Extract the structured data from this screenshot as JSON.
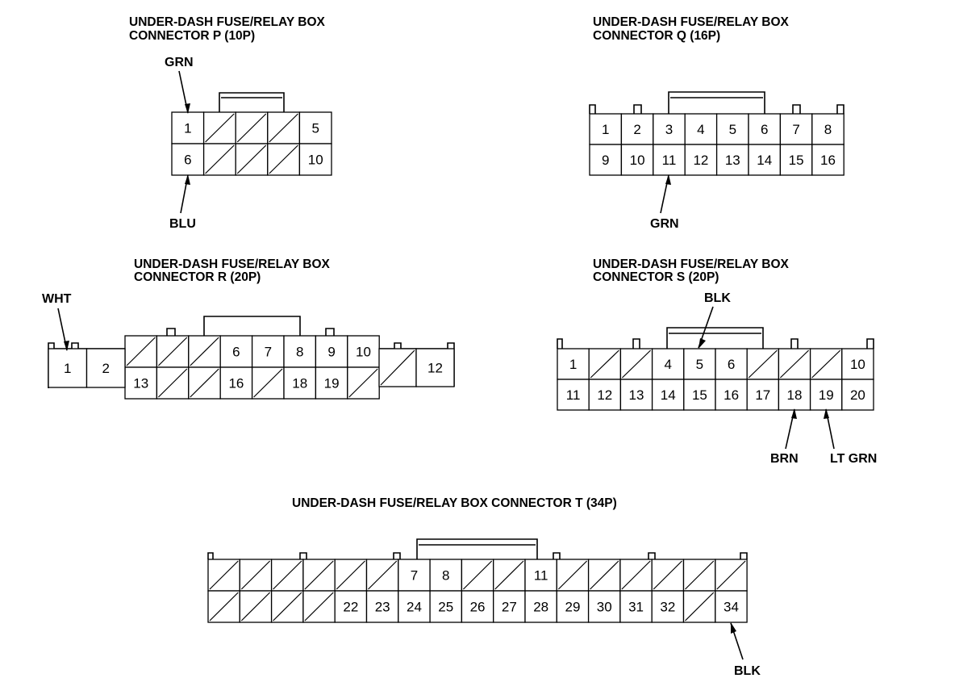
{
  "connectors": {
    "p": {
      "title_line1": "UNDER-DASH FUSE/RELAY BOX",
      "title_line2": "CONNECTOR P (10P)",
      "rows": [
        [
          "1",
          "",
          "",
          "",
          "5"
        ],
        [
          "6",
          "",
          "",
          "",
          "10"
        ]
      ],
      "wires": [
        {
          "label": "GRN",
          "pin": "1"
        },
        {
          "label": "BLU",
          "pin": "6"
        }
      ]
    },
    "q": {
      "title_line1": "UNDER-DASH FUSE/RELAY BOX",
      "title_line2": "CONNECTOR Q (16P)",
      "rows": [
        [
          "1",
          "2",
          "3",
          "4",
          "5",
          "6",
          "7",
          "8"
        ],
        [
          "9",
          "10",
          "11",
          "12",
          "13",
          "14",
          "15",
          "16"
        ]
      ],
      "wires": [
        {
          "label": "GRN",
          "pin": "11"
        }
      ]
    },
    "r": {
      "title_line1": "UNDER-DASH FUSE/RELAY BOX",
      "title_line2": "CONNECTOR R (20P)",
      "left_pins": [
        "1",
        "2"
      ],
      "rows": [
        [
          "",
          "",
          "",
          "6",
          "7",
          "8",
          "9",
          "10"
        ],
        [
          "13",
          "",
          "",
          "16",
          "",
          "18",
          "19",
          ""
        ]
      ],
      "right_pins": [
        "",
        "12"
      ],
      "wires": [
        {
          "label": "WHT",
          "pin": "1"
        }
      ]
    },
    "s": {
      "title_line1": "UNDER-DASH FUSE/RELAY BOX",
      "title_line2": "CONNECTOR S (20P)",
      "rows": [
        [
          "1",
          "",
          "",
          "4",
          "5",
          "6",
          "",
          "",
          "",
          "10"
        ],
        [
          "11",
          "12",
          "13",
          "14",
          "15",
          "16",
          "17",
          "18",
          "19",
          "20"
        ]
      ],
      "wires": [
        {
          "label": "BLK",
          "pin": "5"
        },
        {
          "label": "BRN",
          "pin": "18"
        },
        {
          "label": "LT GRN",
          "pin": "19"
        }
      ]
    },
    "t": {
      "title": "UNDER-DASH FUSE/RELAY BOX CONNECTOR T (34P)",
      "rows": [
        [
          "",
          "",
          "",
          "",
          "",
          "",
          "7",
          "8",
          "",
          "",
          "11",
          "",
          "",
          "",
          "",
          "",
          ""
        ],
        [
          "",
          "",
          "",
          "",
          "22",
          "23",
          "24",
          "25",
          "26",
          "27",
          "28",
          "29",
          "30",
          "31",
          "32",
          "",
          "34"
        ]
      ],
      "wires": [
        {
          "label": "BLK",
          "pin": "34"
        }
      ]
    }
  }
}
